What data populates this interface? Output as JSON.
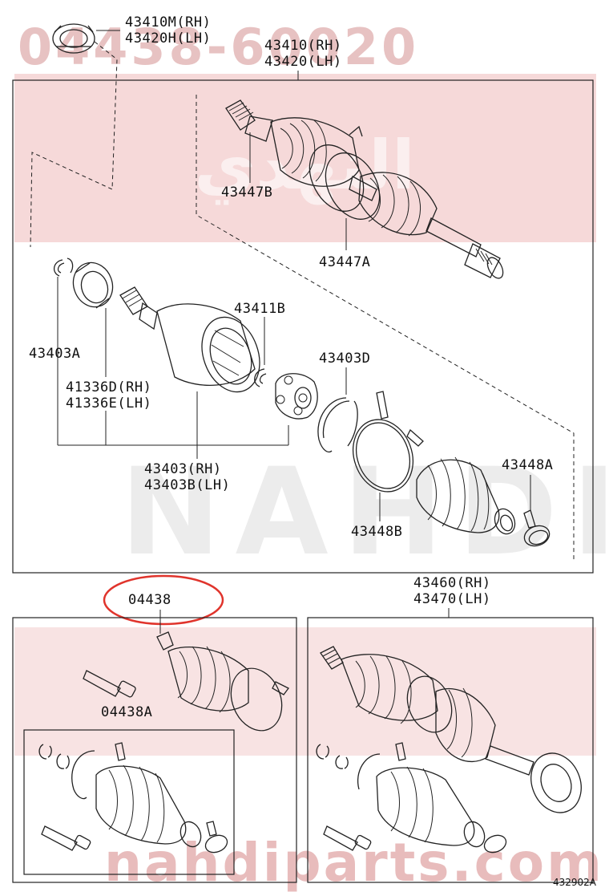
{
  "watermark": {
    "number": "04438-60020",
    "brand": "NAHDI",
    "url": "nahdiparts.com",
    "arabic": "النهدي"
  },
  "labels": {
    "seal_top_rh": "43410M(RH)",
    "seal_top_lh": "43420H(LH)",
    "shaft_rh": "43410(RH)",
    "shaft_lh": "43420(LH)",
    "clamp_447b": "43447B",
    "clamp_447a": "43447A",
    "snap_ring_403a": "43403A",
    "seal_rh": "41336D(RH)",
    "seal_lh": "41336E(LH)",
    "circlip_411b": "43411B",
    "snap_ring_403d": "43403D",
    "joint_rh": "43403(RH)",
    "joint_lh": "43403B(LH)",
    "clamp_448a": "43448A",
    "clamp_448b": "43448B",
    "boot_kit": "04438",
    "boot_kit_a": "04438A",
    "shaft_asm_rh": "43460(RH)",
    "shaft_asm_lh": "43470(LH)",
    "diagram_code": "432902A"
  },
  "colors": {
    "highlight": "#e0342c",
    "watermark_red": "#e8bcbc",
    "watermark_grey": "#ececec"
  }
}
